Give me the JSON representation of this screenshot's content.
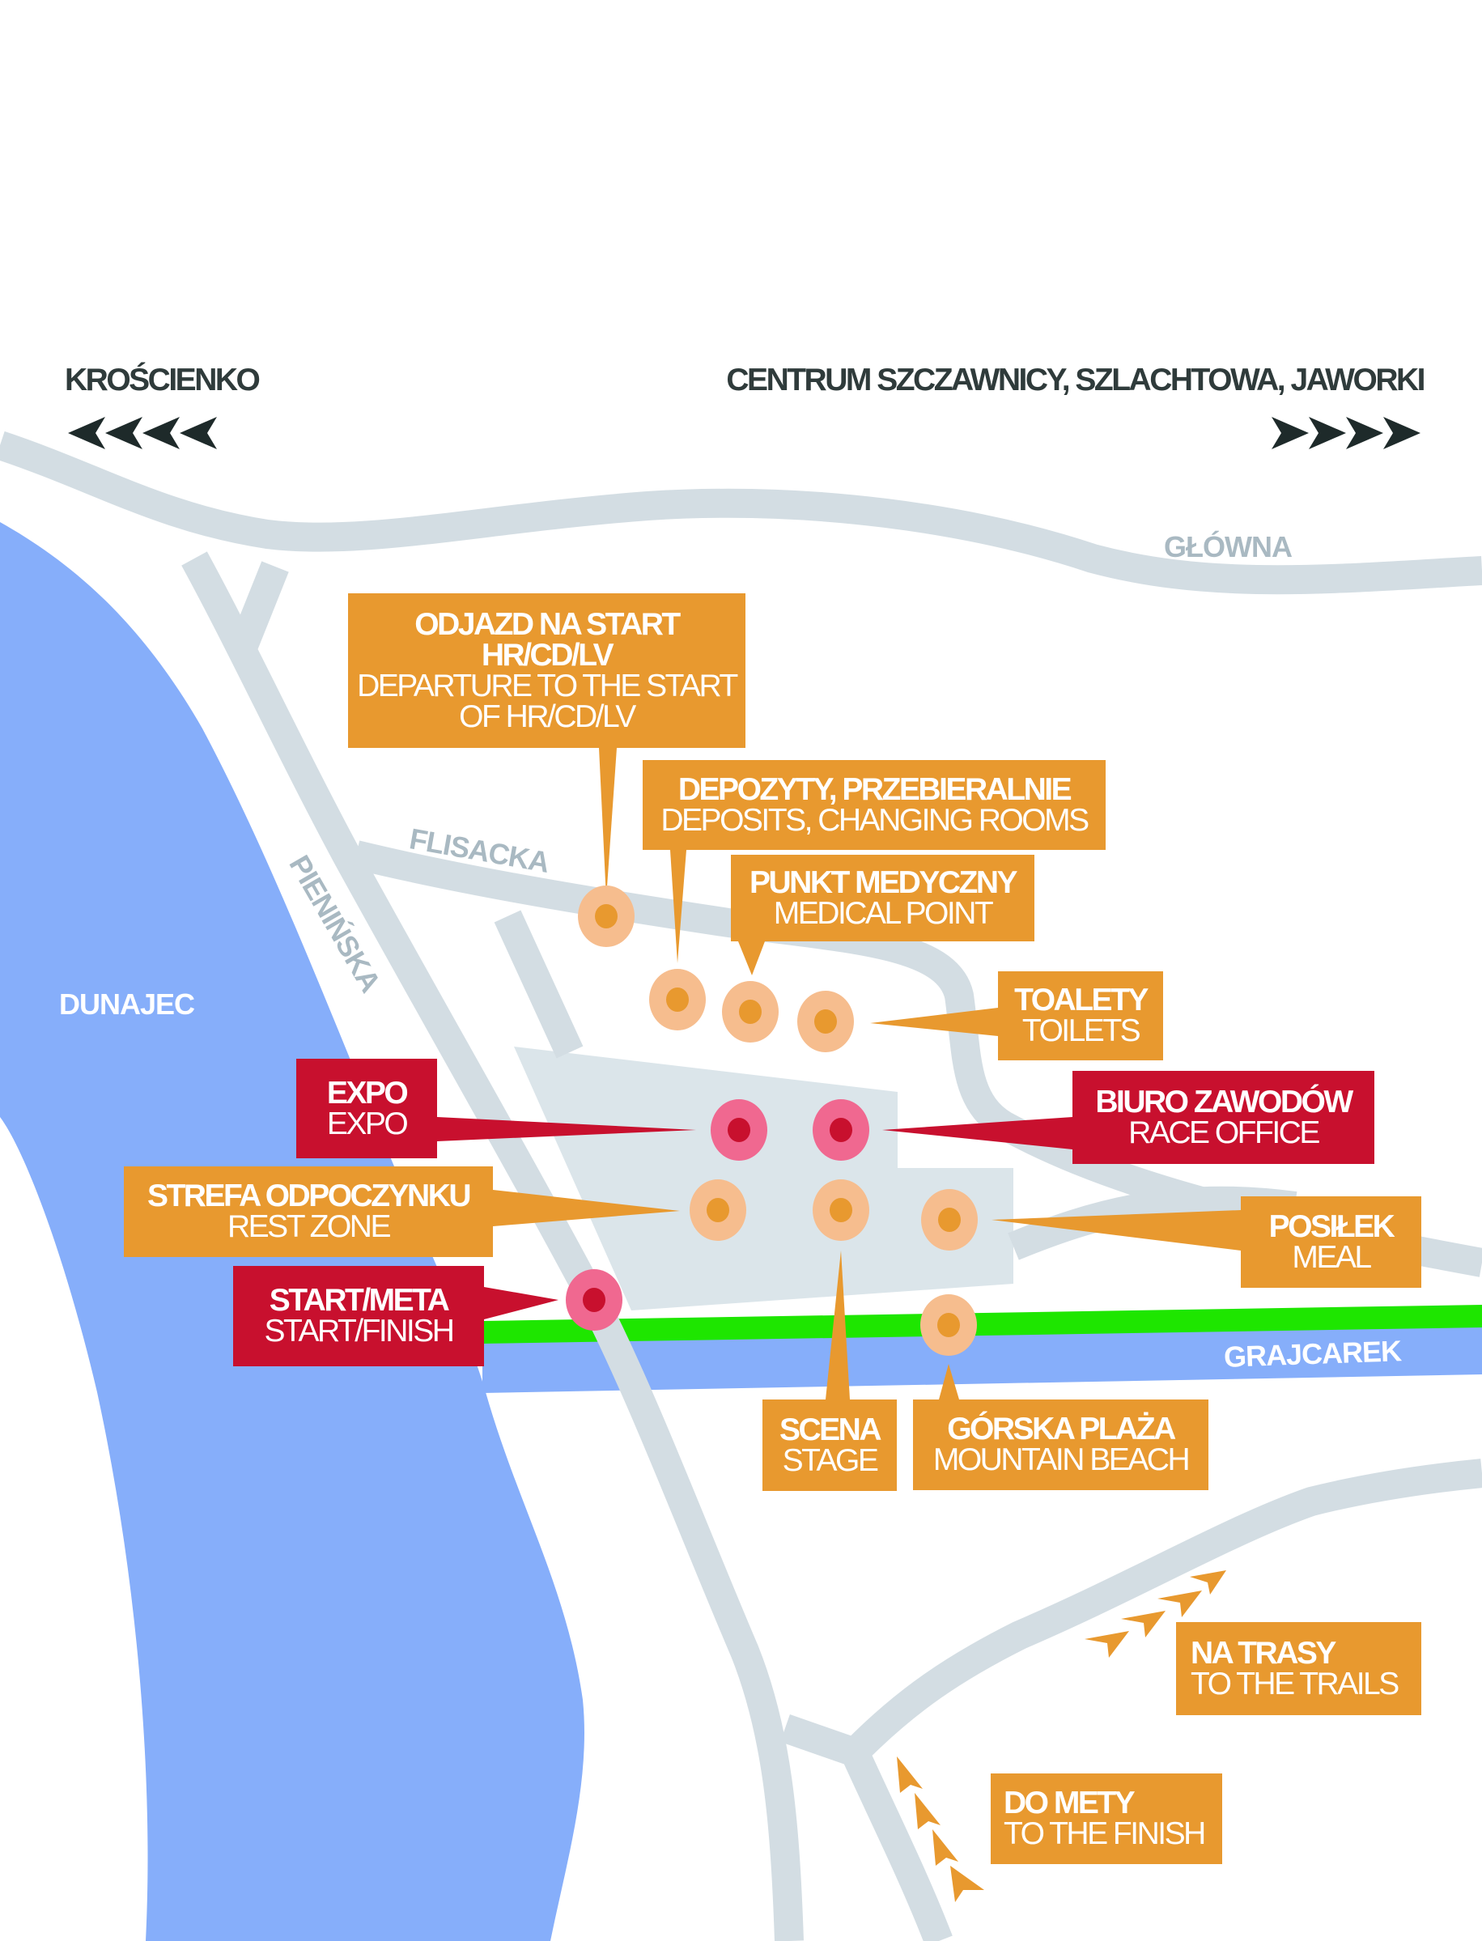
{
  "header": {
    "left_destination": "KROŚCIENKO",
    "right_destination": "CENTRUM SZCZAWNICY, SZLACHTOWA, JAWORKI"
  },
  "streets": {
    "glowna": "GŁÓWNA",
    "flisacka": "FLISACKA",
    "pieninska": "PIENIŃSKA"
  },
  "water": {
    "river": "DUNAJEC",
    "stream": "GRAJCAREK"
  },
  "labels": {
    "departure": {
      "pl1": "ODJAZD NA START",
      "pl2": "HR/CD/LV",
      "en1": "DEPARTURE TO THE START",
      "en2": "OF HR/CD/LV"
    },
    "deposits": {
      "pl": "DEPOZYTY, PRZEBIERALNIE",
      "en": "DEPOSITS, CHANGING ROOMS"
    },
    "medical": {
      "pl": "PUNKT MEDYCZNY",
      "en": "MEDICAL POINT"
    },
    "toilets": {
      "pl": "TOALETY",
      "en": "TOILETS"
    },
    "expo": {
      "pl": "EXPO",
      "en": "EXPO"
    },
    "race_office": {
      "pl": "BIURO ZAWODÓW",
      "en": "RACE OFFICE"
    },
    "rest_zone": {
      "pl": "STREFA ODPOCZYNKU",
      "en": "REST ZONE"
    },
    "meal": {
      "pl": "POSIŁEK",
      "en": "MEAL"
    },
    "start_finish": {
      "pl": "START/META",
      "en": "START/FINISH"
    },
    "stage": {
      "pl": "SCENA",
      "en": "STAGE"
    },
    "beach": {
      "pl": "GÓRSKA PLAŻA",
      "en": "MOUNTAIN BEACH"
    },
    "trails": {
      "pl": "NA TRASY",
      "en": "TO THE TRAILS"
    },
    "finish": {
      "pl": "DO METY",
      "en": "TO THE FINISH"
    }
  },
  "colors": {
    "orange": "#e8992f",
    "orange_light": "#f6bd8e",
    "red": "#c8102e",
    "pink": "#f06890",
    "road": "#d3dde3",
    "water": "#86aefa",
    "green": "#1ee600"
  }
}
